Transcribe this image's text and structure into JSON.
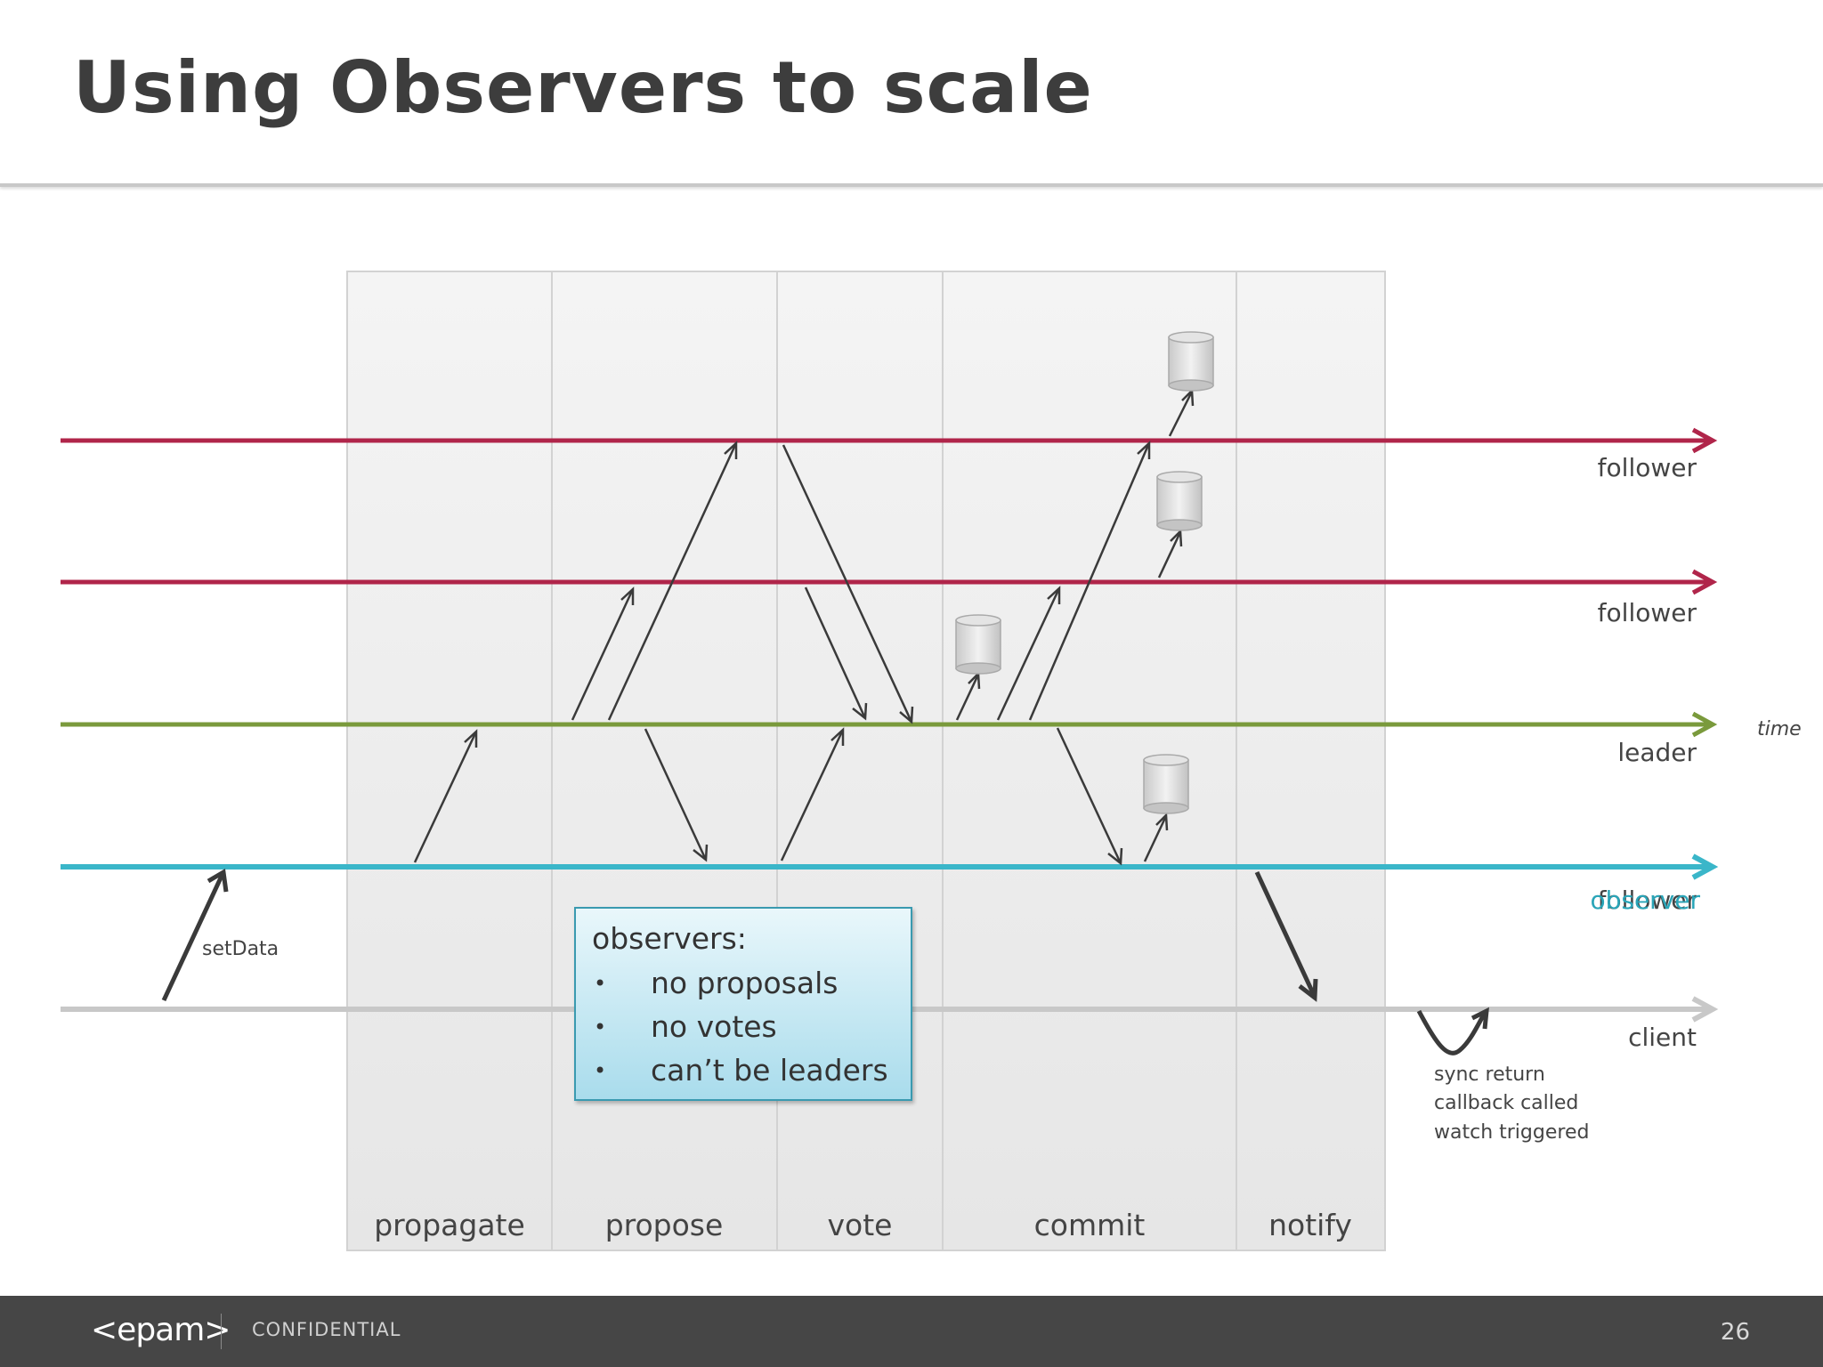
{
  "title": "Using Observers to scale",
  "phases": [
    "propagate",
    "propose",
    "vote",
    "commit",
    "notify"
  ],
  "timelines": [
    {
      "label": "follower",
      "color": "#b0254a"
    },
    {
      "label": "follower",
      "color": "#b0254a"
    },
    {
      "label": "leader",
      "color": "#7a9a3c"
    },
    {
      "label": "follower",
      "overlay_label": "observer",
      "color": "#3ab6c9"
    },
    {
      "label": "client",
      "color": "#c8c8c8"
    }
  ],
  "time_label": "time",
  "set_data_label": "setData",
  "client_notes": [
    "sync return",
    "callback called",
    "watch triggered"
  ],
  "observer_box": {
    "title": "observers:",
    "items": [
      "no proposals",
      "no votes",
      "can’t be leaders"
    ]
  },
  "footer": {
    "logo": "<epam>",
    "confidential": "CONFIDENTIAL",
    "page_number": "26"
  },
  "colors": {
    "follower": "#b0254a",
    "leader": "#7a9a3c",
    "observer": "#3ab6c9",
    "client": "#c8c8c8",
    "footer_bg": "#464646"
  }
}
